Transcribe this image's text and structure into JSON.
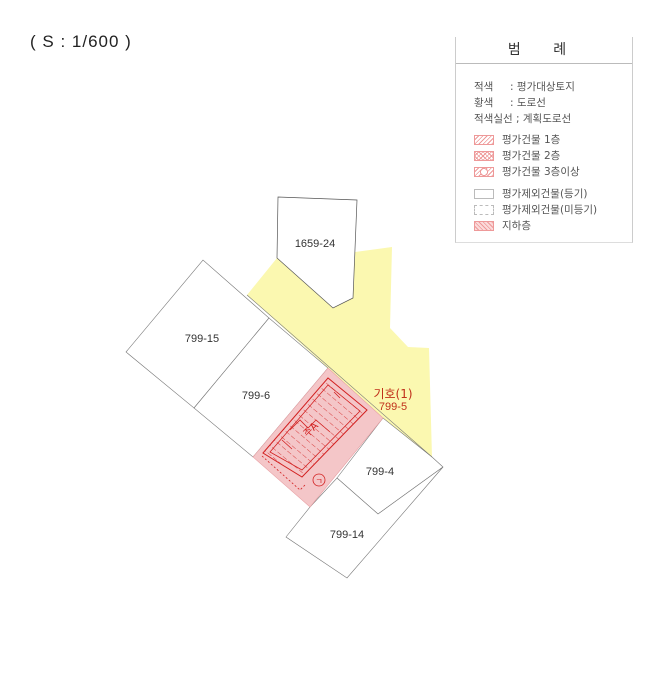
{
  "scale": "( S : 1/600 )",
  "legend": {
    "title": "범 례",
    "text_rows": [
      {
        "key": "적색",
        "sep": ":",
        "value": "평가대상토지"
      },
      {
        "key": "황색",
        "sep": ":",
        "value": "도로선"
      },
      {
        "key": "적색실선",
        "sep": ";",
        "value": "계획도로선"
      }
    ],
    "symbol_rows": [
      {
        "label": "평가건물 1층"
      },
      {
        "label": "평가건물 2층"
      },
      {
        "label": "평가건물 3층이상"
      },
      {
        "label": "평가제외건물(등기)"
      },
      {
        "label": "평가제외건물(미등기)"
      },
      {
        "label": "지하층"
      }
    ]
  },
  "parcels": {
    "p1659_24": "1659-24",
    "p799_15": "799-15",
    "p799_6": "799-6",
    "p799_4": "799-4",
    "p799_14": "799-14",
    "subject_symbol": "기호(1)",
    "subject_lot": "799-5",
    "building_mark": "주A",
    "circle_mark": "ㄱ"
  },
  "colors": {
    "subject": "#f4c6c8",
    "road": "#fbf8b0",
    "building": "#d22020"
  }
}
